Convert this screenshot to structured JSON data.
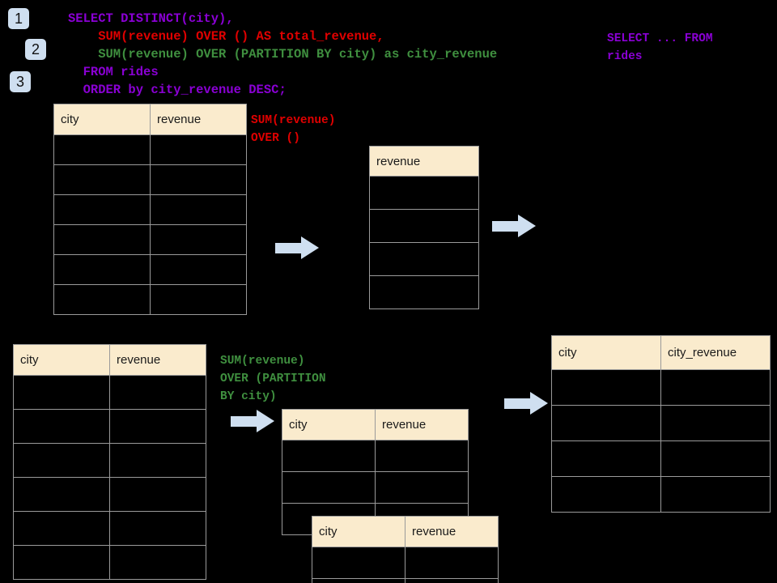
{
  "background_color": "#000000",
  "palette": {
    "badge_bg": "#cfdff0",
    "arrow": "#cfdff0",
    "header_bg": "#faebcd",
    "border": "#9a9a9a",
    "purple": "#8a00d4",
    "red": "#e00000",
    "green": "#3f8f3f"
  },
  "badges": [
    {
      "label": "1"
    },
    {
      "label": "2"
    },
    {
      "label": "3"
    }
  ],
  "sql": {
    "lines": [
      {
        "text": "SELECT DISTINCT(city),",
        "color": "purple"
      },
      {
        "text": "    SUM(revenue) OVER () AS total_revenue,",
        "color": "red"
      },
      {
        "text": "    SUM(revenue) OVER (PARTITION BY city) as city_revenue",
        "color": "green"
      },
      {
        "text": "  FROM rides",
        "color": "purple"
      },
      {
        "text": "  ORDER by city_revenue DESC;",
        "color": "purple"
      }
    ]
  },
  "annotations": {
    "select_from_rides": "SELECT ... FROM\nrides",
    "sum_over_empty": "SUM(revenue)\nOVER ()",
    "sum_over_partition": "SUM(revenue)\nOVER (PARTITION\nBY city)"
  },
  "tables": [
    {
      "id": "source-table-top",
      "headers": [
        "city",
        "revenue"
      ],
      "row_count": 6,
      "rows": [
        [
          "",
          ""
        ],
        [
          "",
          ""
        ],
        [
          "",
          ""
        ],
        [
          "",
          ""
        ],
        [
          "",
          ""
        ],
        [
          "",
          ""
        ]
      ]
    },
    {
      "id": "total-revenue-table",
      "headers": [
        "revenue"
      ],
      "row_count": 4,
      "rows": [
        [
          ""
        ],
        [
          ""
        ],
        [
          ""
        ],
        [
          ""
        ]
      ]
    },
    {
      "id": "source-table-bottom",
      "headers": [
        "city",
        "revenue"
      ],
      "row_count": 6,
      "rows": [
        [
          "",
          ""
        ],
        [
          "",
          ""
        ],
        [
          "",
          ""
        ],
        [
          "",
          ""
        ],
        [
          "",
          ""
        ],
        [
          "",
          ""
        ]
      ]
    },
    {
      "id": "partition-table-back",
      "headers": [
        "city",
        "revenue"
      ],
      "row_count": 3,
      "rows": [
        [
          "",
          ""
        ],
        [
          "",
          ""
        ],
        [
          "",
          ""
        ]
      ]
    },
    {
      "id": "partition-table-front",
      "headers": [
        "city",
        "revenue"
      ],
      "row_count": 2,
      "rows": [
        [
          "",
          ""
        ],
        [
          "",
          ""
        ]
      ]
    },
    {
      "id": "result-table",
      "headers": [
        "city",
        "city_revenue"
      ],
      "row_count": 4,
      "rows": [
        [
          "",
          ""
        ],
        [
          "",
          ""
        ],
        [
          "",
          ""
        ],
        [
          "",
          ""
        ]
      ]
    }
  ],
  "arrows": [
    {
      "id": "arrow-source-to-total"
    },
    {
      "id": "arrow-total-to-result"
    },
    {
      "id": "arrow-source-to-partition"
    },
    {
      "id": "arrow-partition-to-result"
    }
  ]
}
